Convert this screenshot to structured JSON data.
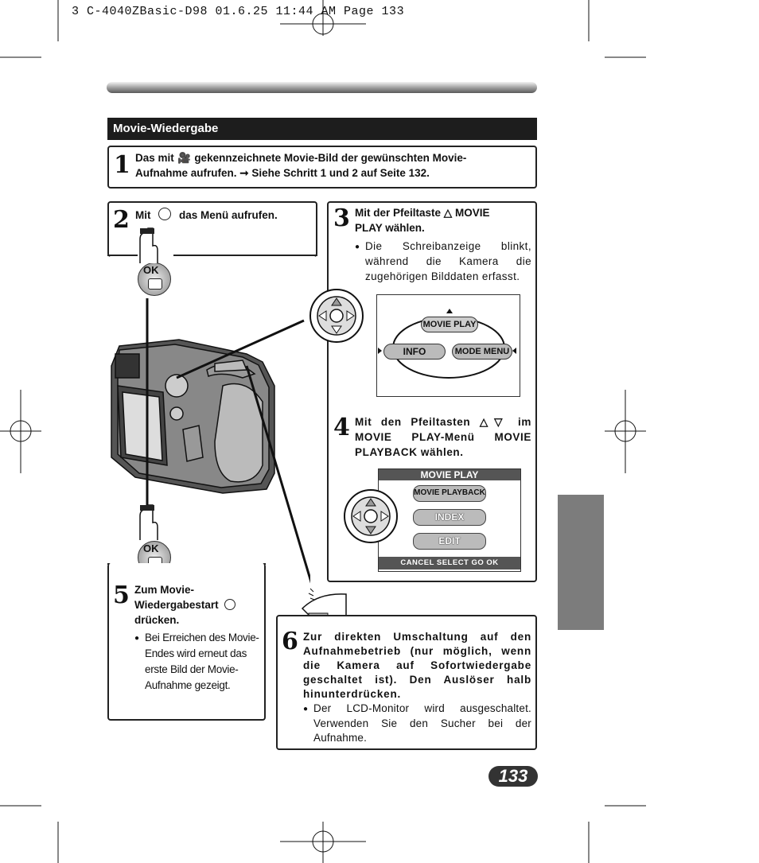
{
  "header": {
    "line": "3 C-4040ZBasic-D98  01.6.25 11:44 AM  Page 133"
  },
  "section": {
    "title": "Movie-Wiedergabe"
  },
  "steps": {
    "s1": {
      "num": "1",
      "text_a": "Das mit",
      "text_b": "gekennzeichnete Movie-Bild der gewünschten Movie-",
      "text_c": "Aufnahme aufrufen.",
      "text_d": "Siehe Schritt 1 und 2 auf Seite 132."
    },
    "s2": {
      "num": "2",
      "text_a": "Mit",
      "text_b": "das Menü aufrufen."
    },
    "s3": {
      "num": "3",
      "text_a": "Mit der Pfeiltaste",
      "text_b": "MOVIE",
      "text_c": "PLAY wählen.",
      "bullet": "Die Schreibanzeige blinkt, während die Kamera die zugehörigen Bilddaten erfasst."
    },
    "s4": {
      "num": "4",
      "text_a": "Mit den Pfeiltasten",
      "text_b": "im",
      "text_c": "MOVIE PLAY-Menü MOVIE PLAYBACK wählen."
    },
    "s5": {
      "num": "5",
      "text_a": "Zum Movie-Wiedergabestart",
      "text_b": "drücken.",
      "bullet": "Bei Erreichen des Movie-Endes wird erneut das erste Bild der Movie-Aufnahme gezeigt."
    },
    "s6": {
      "num": "6",
      "text": "Zur direkten Umschaltung auf den Aufnahmebetrieb (nur möglich, wenn die Kamera auf Sofortwiedergabe geschaltet ist). Den Auslöser halb hinunterdrücken.",
      "bullet": "Der LCD-Monitor wird ausgeschaltet. Verwenden Sie den Sucher bei der Aufnahme."
    }
  },
  "menu_wheel": {
    "top": "MOVIE PLAY",
    "left": "INFO",
    "right": "MODE MENU"
  },
  "lcd_menu": {
    "title": "MOVIE PLAY",
    "items": [
      "MOVIE PLAYBACK",
      "INDEX",
      "EDIT"
    ],
    "footer": "CANCEL SELECT GO OK"
  },
  "ok_labels": {
    "a": "OK",
    "b": "OK"
  },
  "page_number": "133",
  "colors": {
    "bar": "#1d1d1d",
    "side_tab": "#7c7c7c",
    "pill_fill": "#bbbbbb"
  }
}
